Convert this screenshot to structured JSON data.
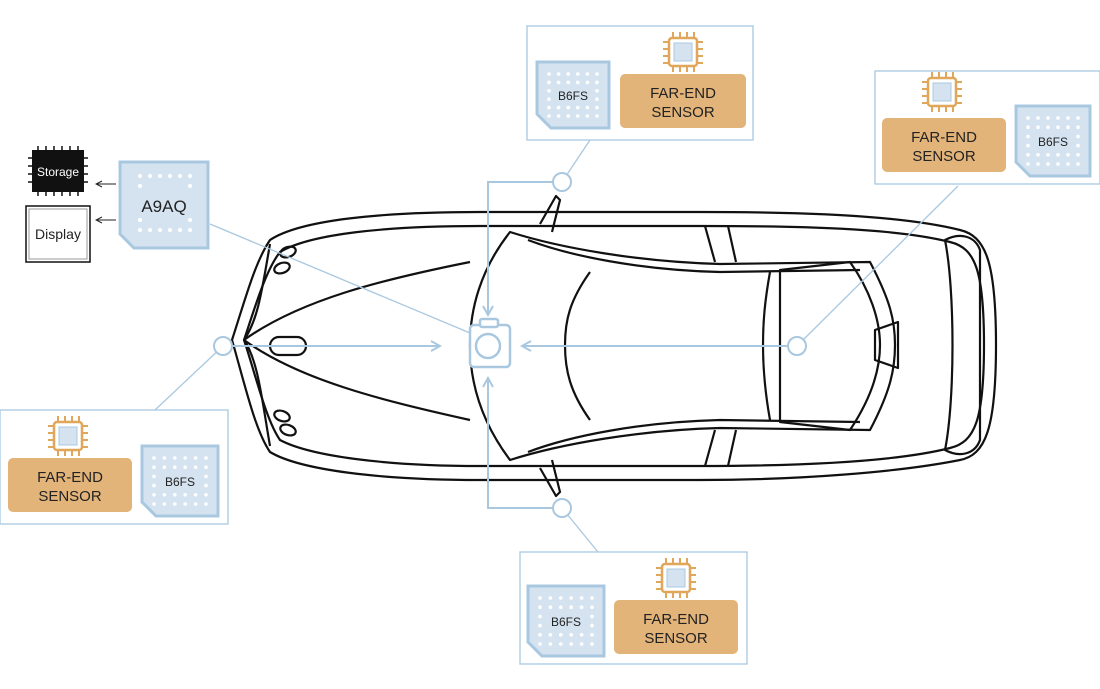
{
  "colors": {
    "link_line": "#a9c8e0",
    "chip_fill": "#d5e3f0",
    "chip_border": "#a9c8e0",
    "sensor_fill": "#e3b47a",
    "sensor_icon": "#e0a65a",
    "car_outline": "#111111",
    "storage_fill": "#111111"
  },
  "hub": {
    "chip_label": "A9AQ",
    "storage_label": "Storage",
    "display_label": "Display"
  },
  "sensors": {
    "front": {
      "chip_label": "B6FS",
      "sensor_label_1": "FAR-END",
      "sensor_label_2": "SENSOR"
    },
    "rear": {
      "chip_label": "B6FS",
      "sensor_label_1": "FAR-END",
      "sensor_label_2": "SENSOR"
    },
    "left_mirror": {
      "chip_label": "B6FS",
      "sensor_label_1": "FAR-END",
      "sensor_label_2": "SENSOR"
    },
    "right_mirror": {
      "chip_label": "B6FS",
      "sensor_label_1": "FAR-END",
      "sensor_label_2": "SENSOR"
    }
  },
  "icons": {
    "camera": "camera-icon",
    "processor": "processor-chip-icon",
    "memory_chip": "memory-chip-icon"
  }
}
